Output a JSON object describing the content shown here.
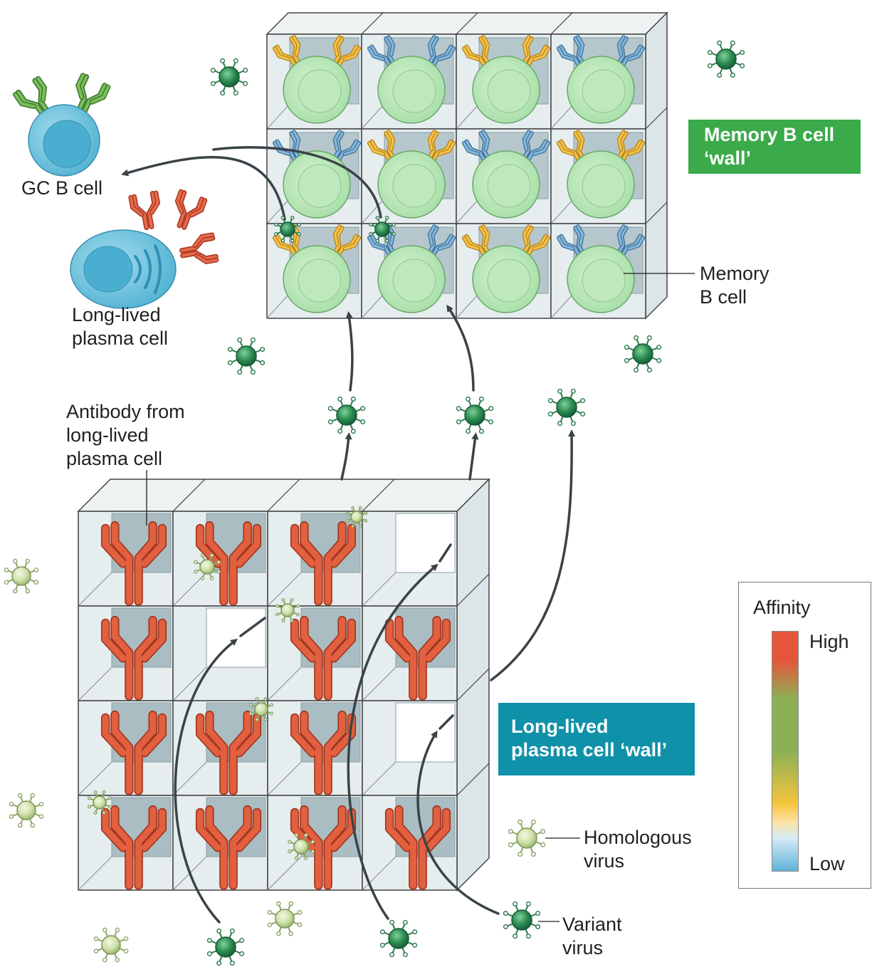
{
  "labels": {
    "gc_b_cell": "GC B cell",
    "long_lived_plasma_cell": "Long-lived\nplasma cell",
    "antibody_from_plasma_cell": "Antibody from\nlong-lived\nplasma cell",
    "memory_b_cell": "Memory\nB cell",
    "memory_wall": "Memory B cell\n‘wall’",
    "plasma_wall": "Long-lived\nplasma cell ‘wall’",
    "homologous_virus": "Homologous\nvirus",
    "variant_virus": "Variant\nvirus"
  },
  "legend": {
    "title": "Affinity",
    "high": "High",
    "low": "Low"
  },
  "colors": {
    "affinity_high": "#e4573b",
    "affinity_mid": "#8db054",
    "affinity_midlow": "#f6c53e",
    "affinity_low": "#61b3d9",
    "memory_box": "#3aaa4a",
    "plasma_box": "#0f91a9",
    "variant_virus": "#2e8b4f",
    "homologous_virus": "#c8dca0",
    "memory_cell": "#bfe8bf",
    "gc_b_cell": "#6cc3dc",
    "wall_face": "#e4ecee",
    "wall_recess": "#a9bdc2"
  },
  "memory_receptor_colors": [
    [
      "yellow",
      "yellow",
      "blue",
      "blue",
      "yellow",
      "yellow",
      "blue",
      "blue"
    ],
    [
      "blue",
      "blue",
      "yellow",
      "yellow",
      "blue",
      "blue",
      "yellow",
      "yellow"
    ],
    [
      "yellow",
      "yellow",
      "blue",
      "blue",
      "yellow",
      "yellow",
      "blue",
      "blue"
    ]
  ],
  "plasma_wall_empty_slots": [
    "r0c3",
    "r1c1",
    "r2c3"
  ]
}
